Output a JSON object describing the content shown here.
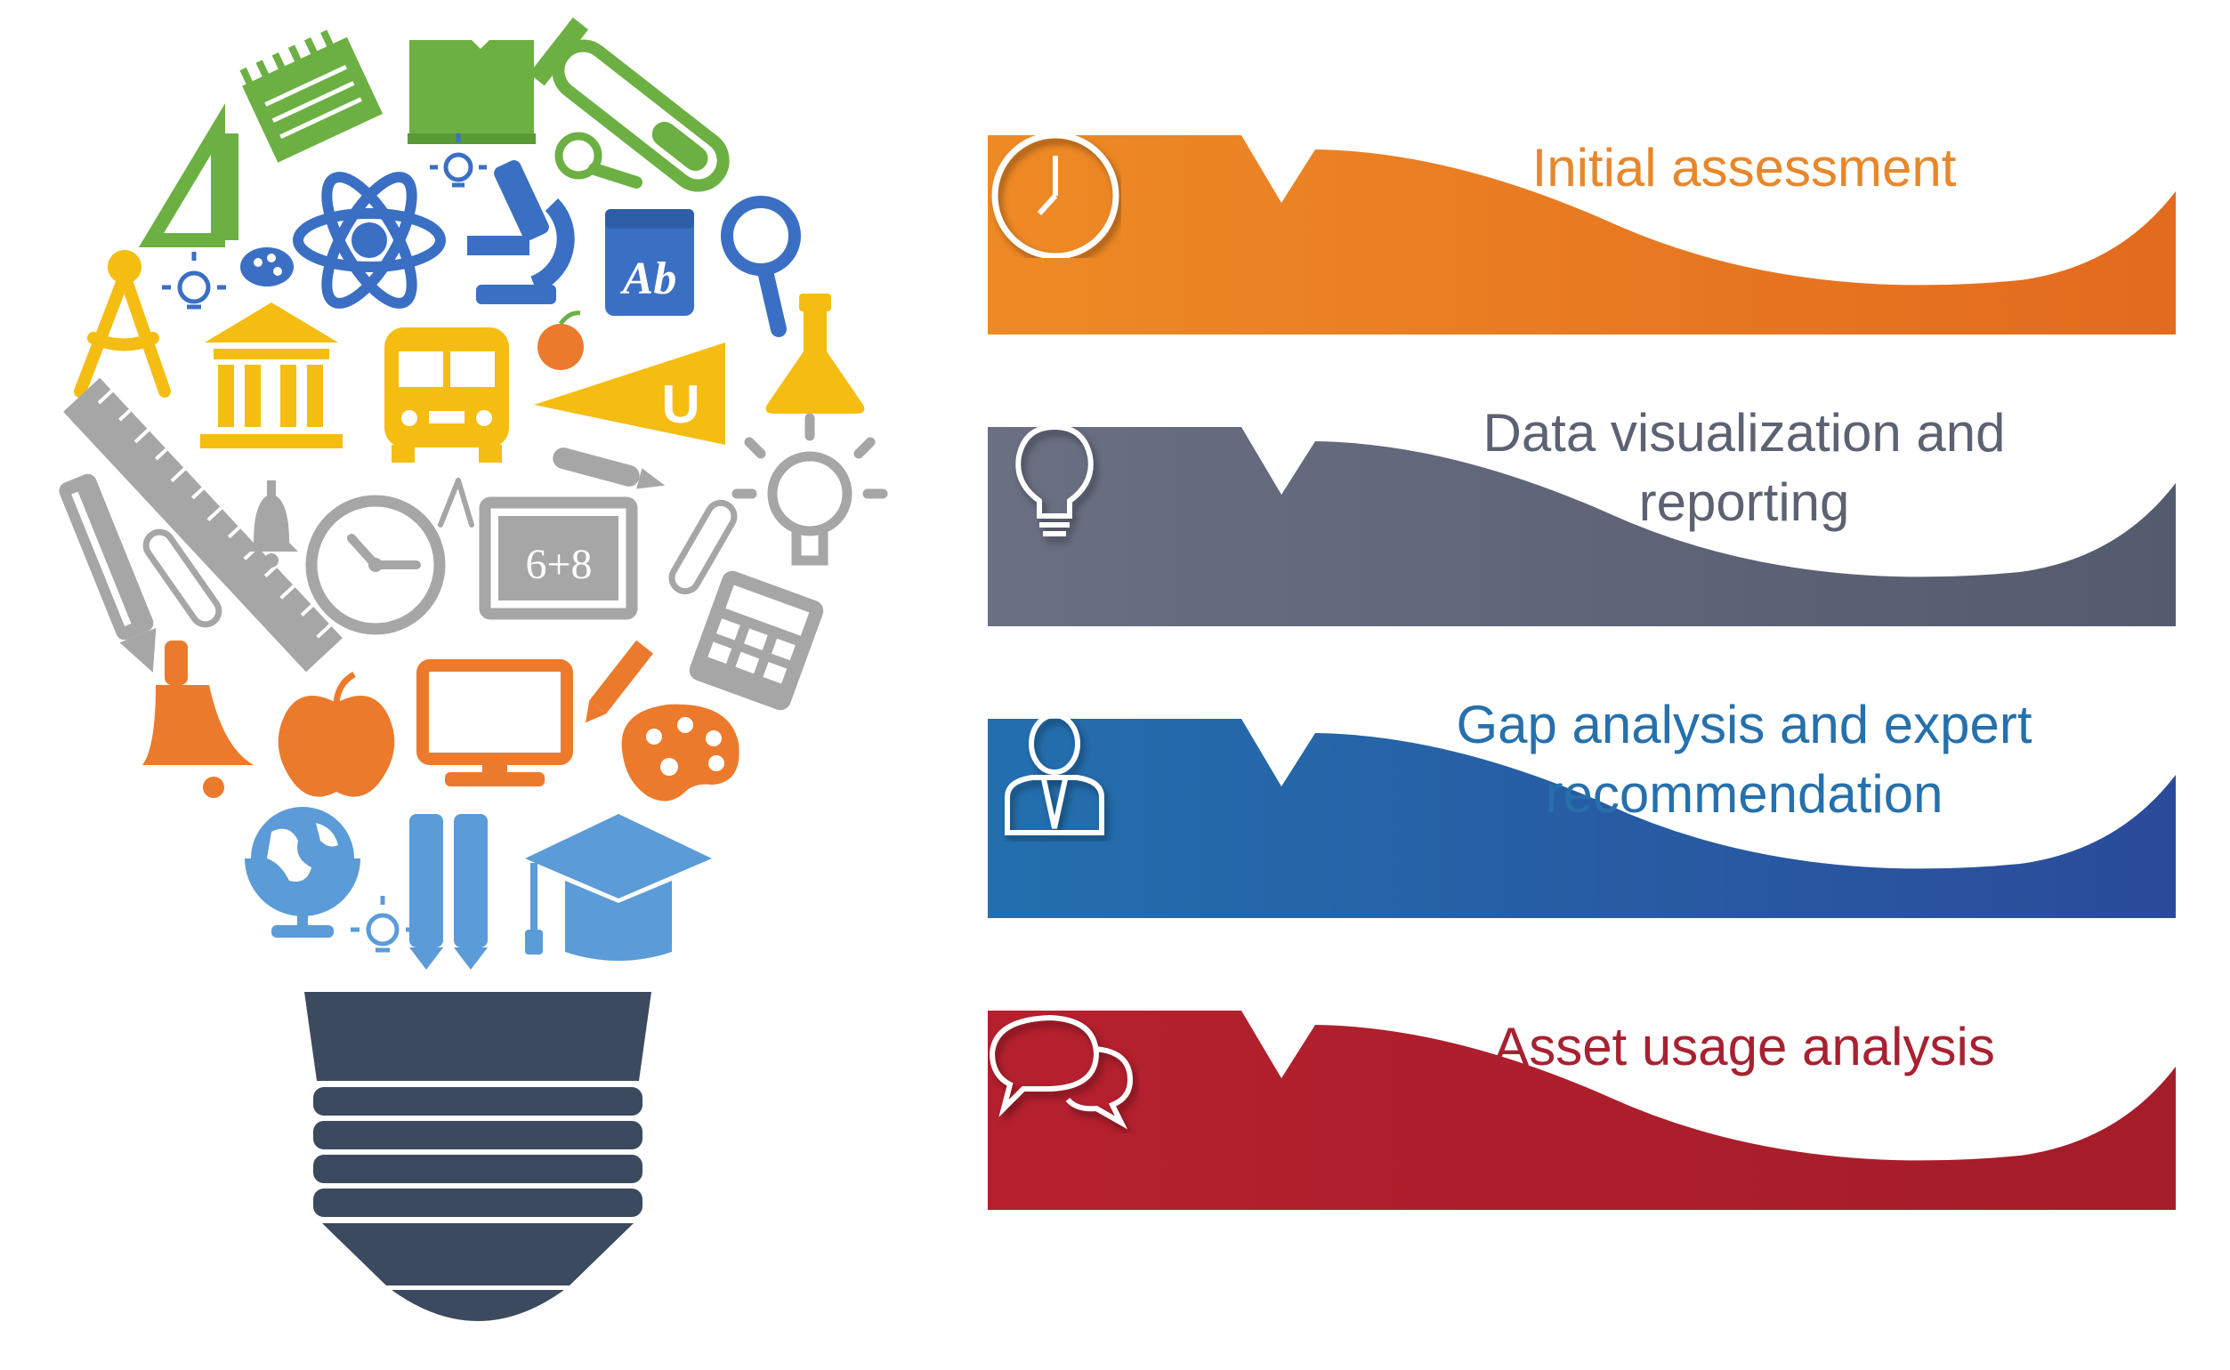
{
  "illustration": {
    "name": "education-lightbulb",
    "icons": [
      "notepad-icon",
      "book-icon",
      "test-tube-icon",
      "triangle-ruler-icon",
      "lightbulb-icon",
      "magnifier-icon",
      "atom-icon",
      "microscope-icon",
      "dictionary-icon",
      "magnifying-glass-icon",
      "compass-icon",
      "palette-icon",
      "university-icon",
      "school-bus-icon",
      "apple-icon",
      "pennant-icon",
      "flask-icon",
      "ruler-icon",
      "pencil-icon",
      "bell-icon",
      "clock-icon",
      "chalkboard-icon",
      "bulb-outline-icon",
      "pen-icon",
      "calculator-icon",
      "monitor-icon",
      "globe-icon",
      "graduation-cap-icon",
      "bulb-base-icon"
    ],
    "chalkboard_text": "6+8",
    "dictionary_text": "Ab",
    "pennant_text": "U",
    "colors": {
      "green": "#6cb043",
      "blue": "#3a6fc4",
      "yellow": "#f5bd12",
      "gray": "#a6a6a6",
      "orange": "#ec7a2c",
      "lightblue": "#5b9bd8",
      "base": "#3b4a5e"
    }
  },
  "steps": [
    {
      "id": "initial-assessment",
      "lines": [
        "Initial  assessment"
      ],
      "icon": "clock-icon",
      "color": "#ee8a25",
      "dark": "#e36a1e",
      "text_color": "#e8872a"
    },
    {
      "id": "data-visualization",
      "lines": [
        "Data  visualization and",
        "reporting"
      ],
      "icon": "lightbulb-icon",
      "color": "#6a6f82",
      "dark": "#555b6e",
      "text_color": "#5d6272"
    },
    {
      "id": "gap-analysis",
      "lines": [
        "Gap analysis and expert",
        "recommendation"
      ],
      "icon": "person-icon",
      "color": "#236fae",
      "dark": "#2b4b9a",
      "text_color": "#2670ac"
    },
    {
      "id": "asset-usage",
      "lines": [
        "Asset usage analysis"
      ],
      "icon": "speech-bubbles-icon",
      "color": "#b5202e",
      "dark": "#a51c2a",
      "text_color": "#a82130"
    }
  ]
}
